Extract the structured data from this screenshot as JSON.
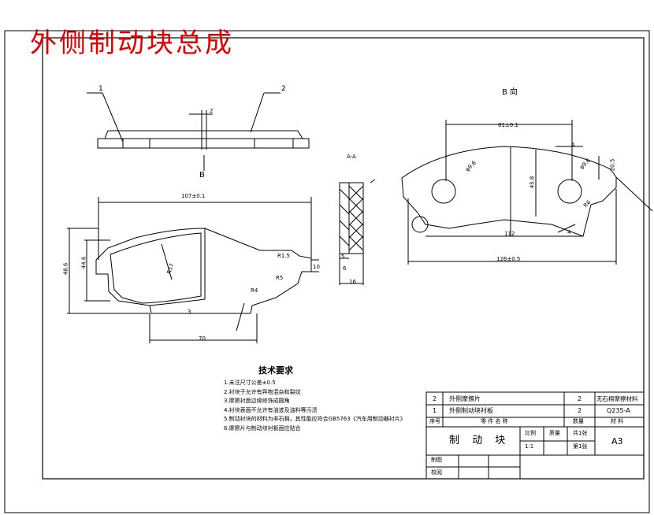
{
  "page_title": "外侧制动块总成",
  "part_view": {
    "balloon_1": "1",
    "balloon_2": "2",
    "dim_top": "2",
    "section_label_b": "B"
  },
  "front_view": {
    "dim_width": "107±0.1",
    "dim_height_outer": "48.6",
    "dim_height_inner": "44.6",
    "dim_radius": "R57",
    "dim_r15": "R1.5",
    "dim_r5": "R5",
    "dim_r4": "R4",
    "dim_3": "3",
    "dim_10": "10",
    "dim_70": "70"
  },
  "section_view": {
    "label": "A-A",
    "dim_5": "5",
    "dim_6": "6",
    "dim_16": "16"
  },
  "view_b": {
    "label": "B 向",
    "dim_top": "81±0.1",
    "dim_hole_left": "φ9.6",
    "dim_hole_right": "φ9.6",
    "dim_height": "45.8",
    "dim_side": "20.5",
    "dim_4": "4",
    "dim_r6": "R6",
    "dim_112": "112",
    "dim_bottom": "126±0.5",
    "dim_4b": "4"
  },
  "tech_requirements": {
    "title": "技术要求",
    "items": [
      "1.未注尺寸公差±0.5",
      "2.衬块子允许有异物混杂和裂纹",
      "3.摩擦衬面边缘修饰成圆角",
      "4.衬块表面不允许有油迹及油料等污渍",
      "5.制动衬块的材料为非石棉，其性能应符合GB5763《汽车用制动器衬片》",
      "6.摩擦片与制动块衬板面应贴合"
    ]
  },
  "title_block": {
    "rows": [
      {
        "no": "2",
        "name": "外侧摩擦片",
        "qty": "2",
        "material": "无石棉摩擦材料"
      },
      {
        "no": "1",
        "name": "外侧制动块衬板",
        "qty": "2",
        "material": "Q235-A"
      }
    ],
    "header": {
      "no": "序号",
      "name": "零 件 名 称",
      "qty": "数量",
      "material": "材 料"
    },
    "drawing_name": "制 动 块",
    "scale_label": "比例",
    "mass_label": "质量",
    "scale_value": "1:1",
    "sheet_total": "共1张",
    "sheet_no": "第1张",
    "size": "A3",
    "drawn_by": "制图",
    "checked_by": "校阅"
  }
}
